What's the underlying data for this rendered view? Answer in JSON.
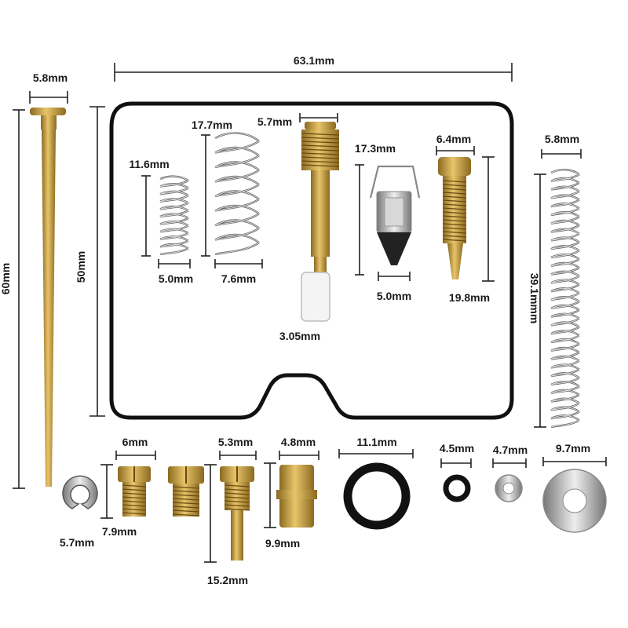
{
  "labels": {
    "gasket_width": "63.1mm",
    "gasket_height": "50mm",
    "jet_needle_head": "5.8mm",
    "jet_needle_length": "60mm",
    "clip": "5.7mm",
    "small_spring_length": "11.6mm",
    "small_spring_dia": "5.0mm",
    "medium_spring_length": "17.7mm",
    "medium_spring_dia": "7.6mm",
    "tube_head": "5.7mm",
    "tube_tip": "3.05mm",
    "float_valve_length": "17.3mm",
    "float_valve_dia": "5.0mm",
    "mixture_screw_head": "6.4mm",
    "mixture_screw_length": "19.8mm",
    "long_spring_dia": "5.8mm",
    "long_spring_length": "39.1mmm",
    "jet1_width": "6mm",
    "jet1_height": "7.9mm",
    "jet3_width": "5.3mm",
    "jet3_length": "15.2mm",
    "jet4_width": "4.8mm",
    "jet4_height": "9.9mm",
    "oring_large": "11.1mm",
    "oring_small": "4.5mm",
    "washer_small": "4.7mm",
    "washer_large": "9.7mm"
  },
  "colors": {
    "brass": "#c9a04a",
    "brass_dark": "#8a6a20",
    "steel": "#b8b8b8",
    "rubber": "#111111"
  }
}
